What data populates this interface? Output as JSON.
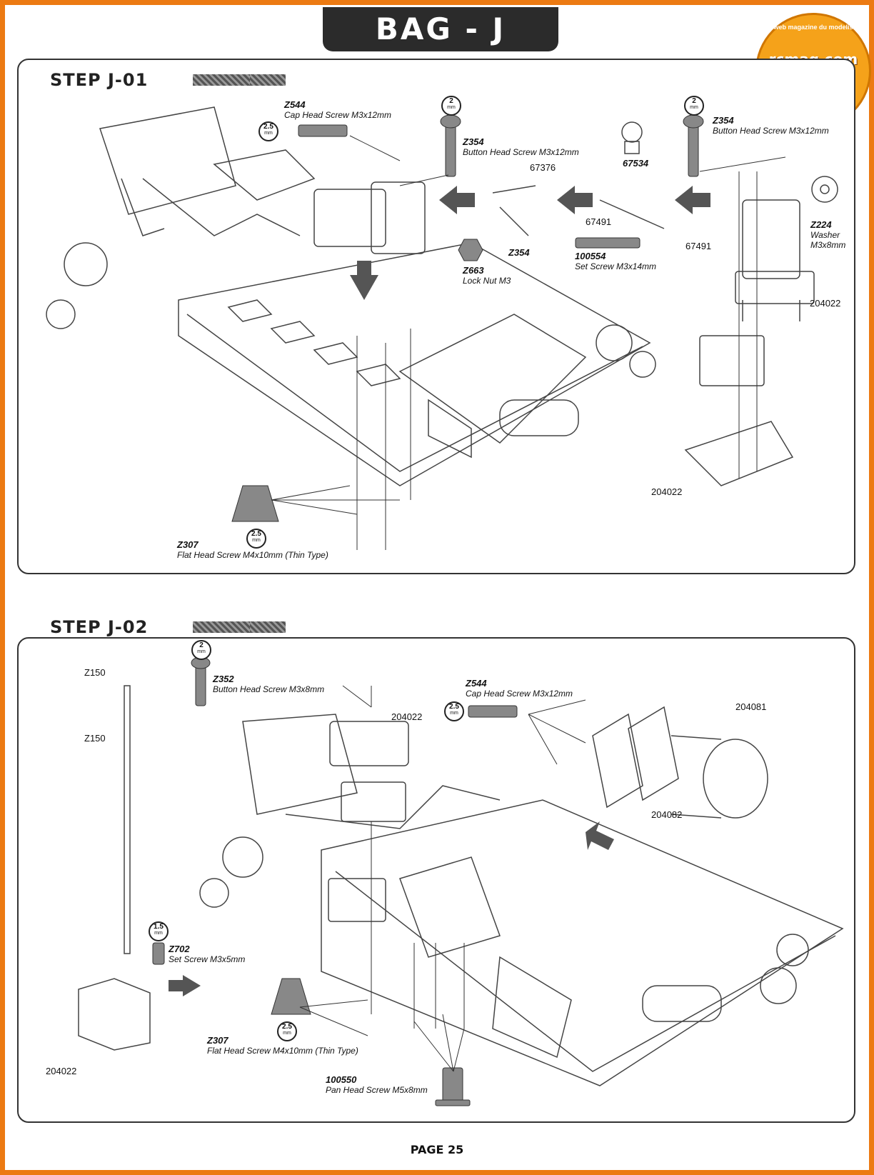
{
  "bag_title": "BAG - J",
  "page_label": "PAGE 25",
  "logo": {
    "brand": "rcmag.com",
    "tagline": "Le web magazine du modelisme"
  },
  "step1": {
    "title": "STEP J-01",
    "parts": [
      {
        "code": "Z544",
        "desc": "Cap Head Screw M3x12mm"
      },
      {
        "code": "Z354",
        "desc": "Button Head Screw M3x12mm"
      },
      {
        "code": "Z354",
        "desc": "Button Head Screw M3x12mm"
      },
      {
        "code": "67534",
        "desc": ""
      },
      {
        "code": "Z224",
        "desc": "Washer M3x8mm"
      },
      {
        "code": "Z354",
        "desc": ""
      },
      {
        "code": "Z663",
        "desc": "Lock Nut M3"
      },
      {
        "code": "100554",
        "desc": "Set Screw M3x14mm"
      },
      {
        "code": "Z307",
        "desc": "Flat Head Screw M4x10mm (Thin Type)"
      }
    ],
    "part_numbers": [
      "67376",
      "67491",
      "67491",
      "204022",
      "204022"
    ],
    "tools": [
      {
        "size": "2.5",
        "unit": "mm"
      },
      {
        "size": "2",
        "unit": "mm"
      },
      {
        "size": "2",
        "unit": "mm"
      },
      {
        "size": "2.5",
        "unit": "mm"
      }
    ]
  },
  "step2": {
    "title": "STEP J-02",
    "parts": [
      {
        "code": "Z352",
        "desc": "Button Head Screw M3x8mm"
      },
      {
        "code": "Z544",
        "desc": "Cap Head Screw M3x12mm"
      },
      {
        "code": "Z702",
        "desc": "Set Screw M3x5mm"
      },
      {
        "code": "Z307",
        "desc": "Flat Head Screw M4x10mm (Thin Type)"
      },
      {
        "code": "100550",
        "desc": "Pan Head Screw M5x8mm"
      }
    ],
    "part_numbers": [
      "Z150",
      "Z150",
      "204022",
      "204081",
      "204082",
      "204022"
    ],
    "tools": [
      {
        "size": "2",
        "unit": "mm"
      },
      {
        "size": "2.5",
        "unit": "mm"
      },
      {
        "size": "1.5",
        "unit": "mm"
      },
      {
        "size": "2.5",
        "unit": "mm"
      }
    ]
  }
}
